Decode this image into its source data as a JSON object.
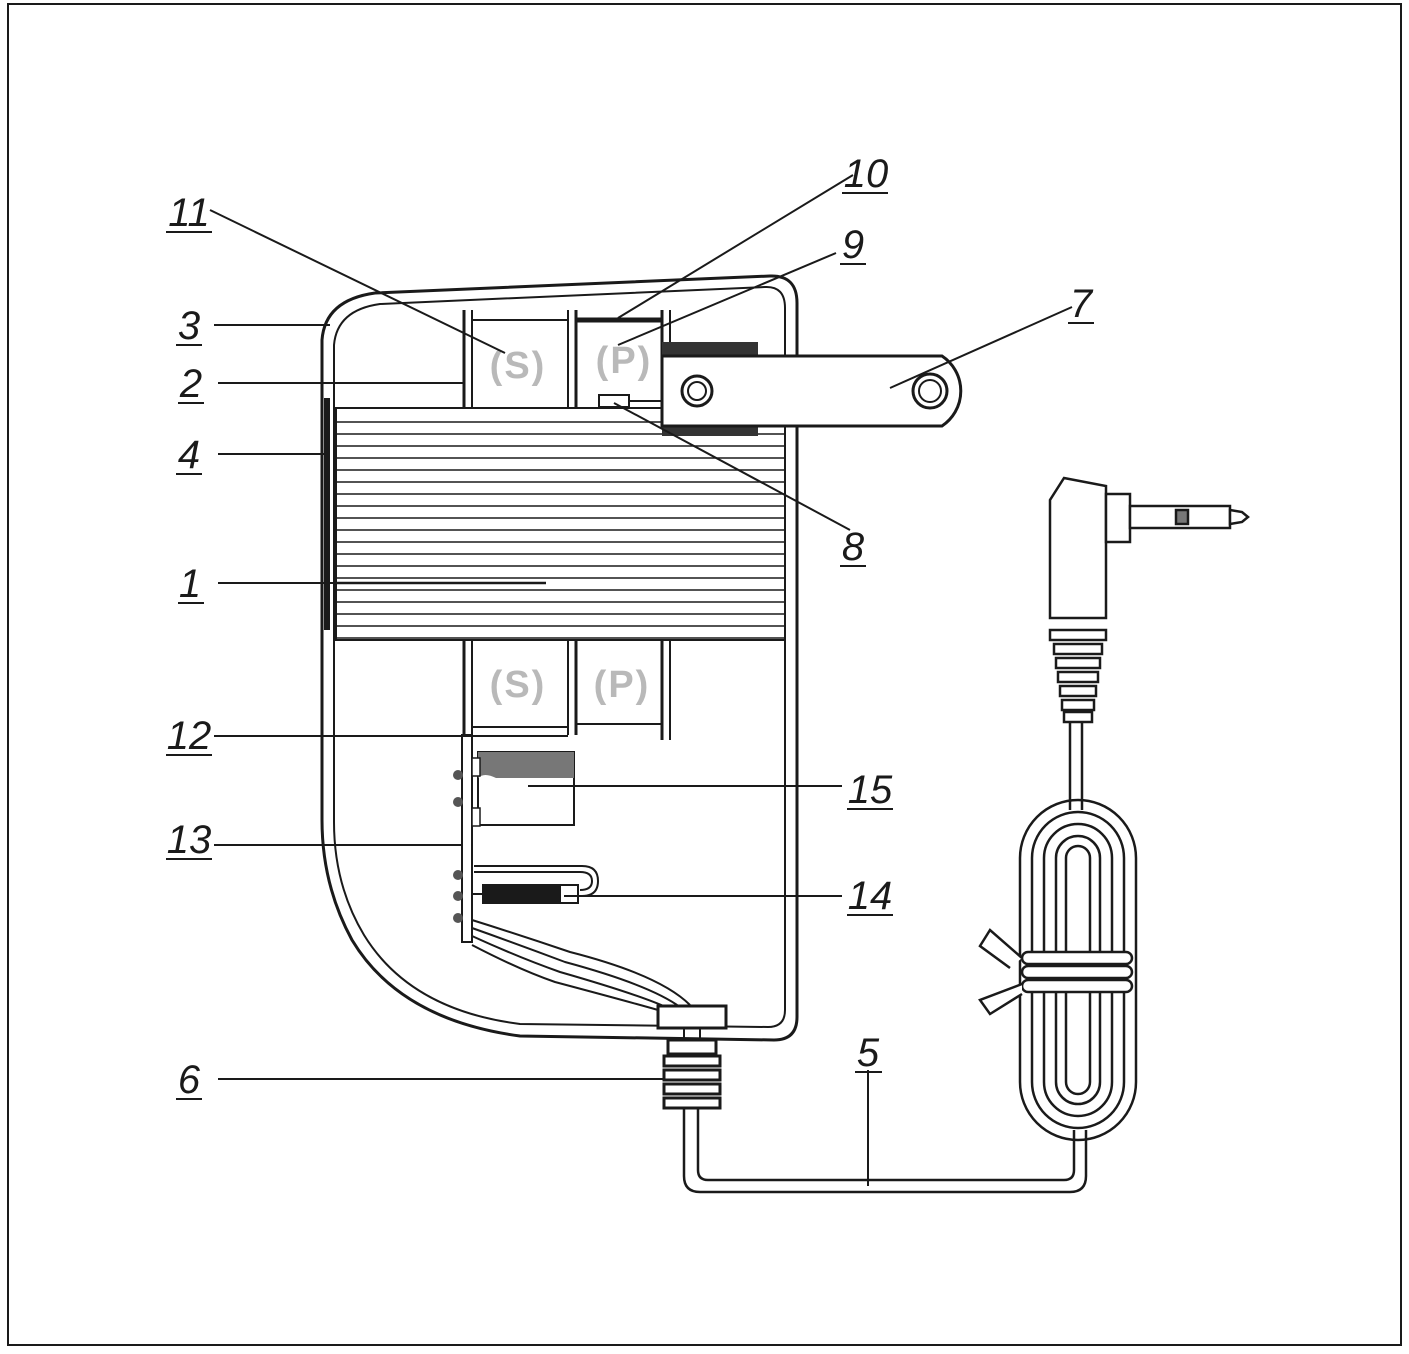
{
  "diagram": {
    "callouts": {
      "c1": "1",
      "c2": "2",
      "c3": "3",
      "c4": "4",
      "c5": "5",
      "c6": "6",
      "c7": "7",
      "c8": "8",
      "c9": "9",
      "c10": "10",
      "c11": "11",
      "c12": "12",
      "c13": "13",
      "c14": "14",
      "c15": "15"
    },
    "coil_labels": {
      "secondary_top": "(S)",
      "primary_top": "(P)",
      "secondary_bottom": "(S)",
      "primary_bottom": "(P)"
    },
    "colors": {
      "stroke": "#1a1a1a",
      "coil_text": "#b9b9b9",
      "dark_fill": "#333333",
      "mid_fill": "#777777"
    }
  }
}
